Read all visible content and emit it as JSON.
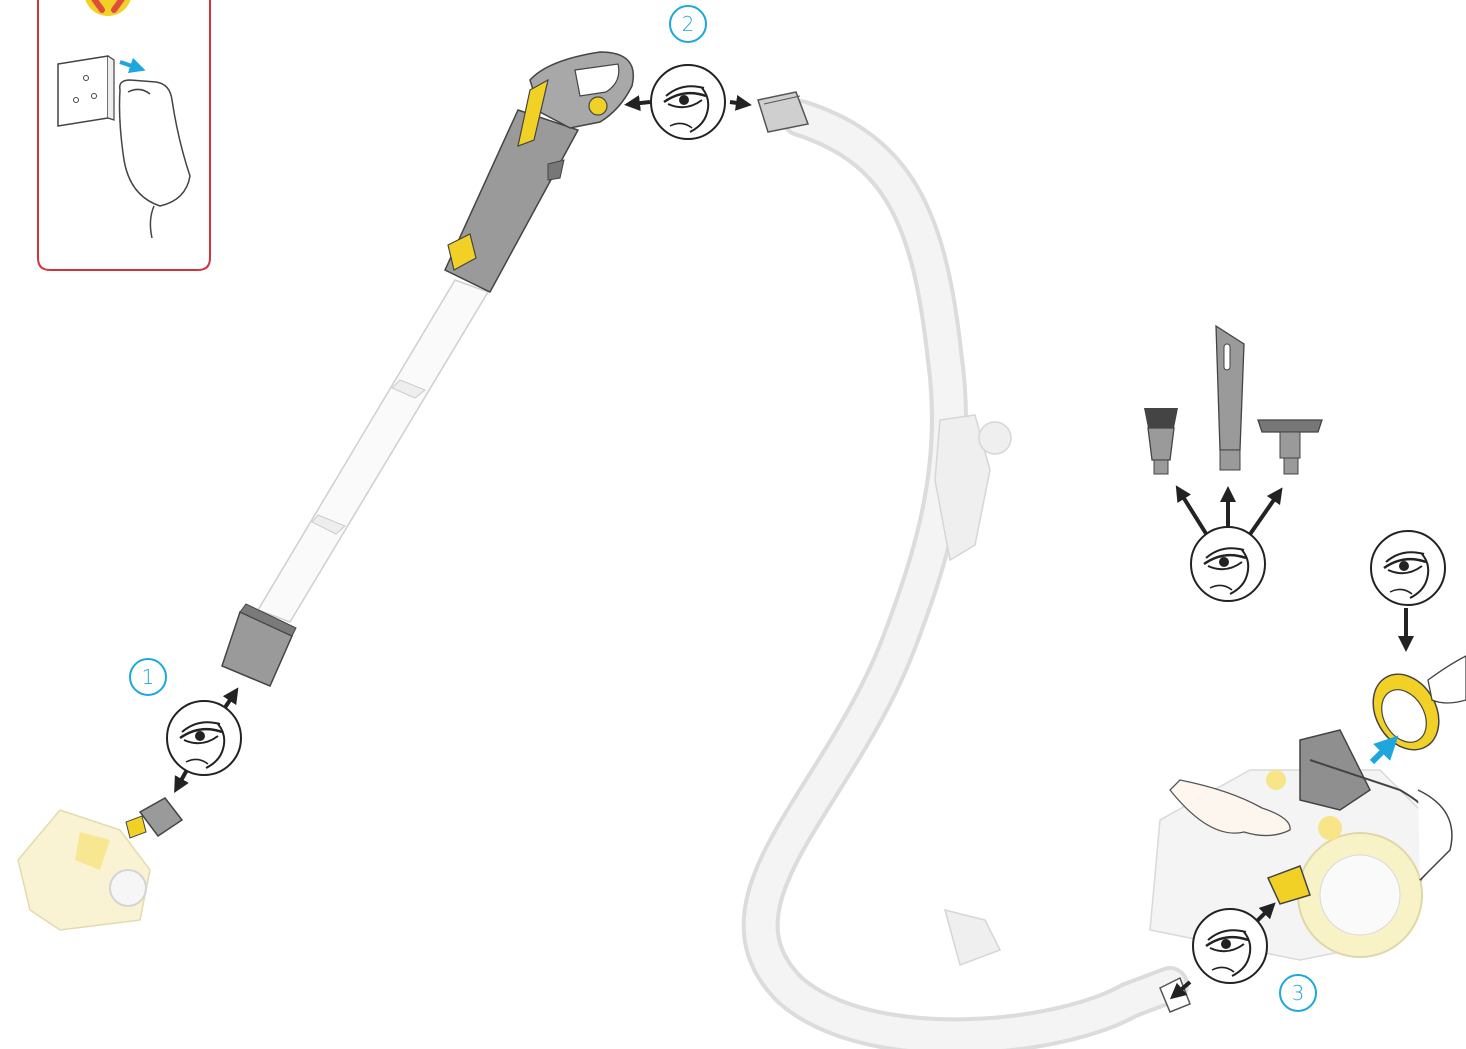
{
  "steps": [
    {
      "number": "1"
    },
    {
      "number": "2"
    },
    {
      "number": "3"
    }
  ],
  "colors": {
    "step_circle": "#1ea7dc",
    "warning_frame": "#d0343a",
    "arrow": "#222222",
    "action_arrow": "#1ea7dc",
    "accent": "#f2d126",
    "wand_grey": "#9a9a9a",
    "ghost_grey": "#e4e4e4"
  },
  "icons": {
    "warning": "unplug-socket-icon",
    "inspect": "eye-inspect-icon",
    "tools": [
      "brush-tool-icon",
      "crevice-tool-icon",
      "upholstery-tool-icon"
    ]
  }
}
